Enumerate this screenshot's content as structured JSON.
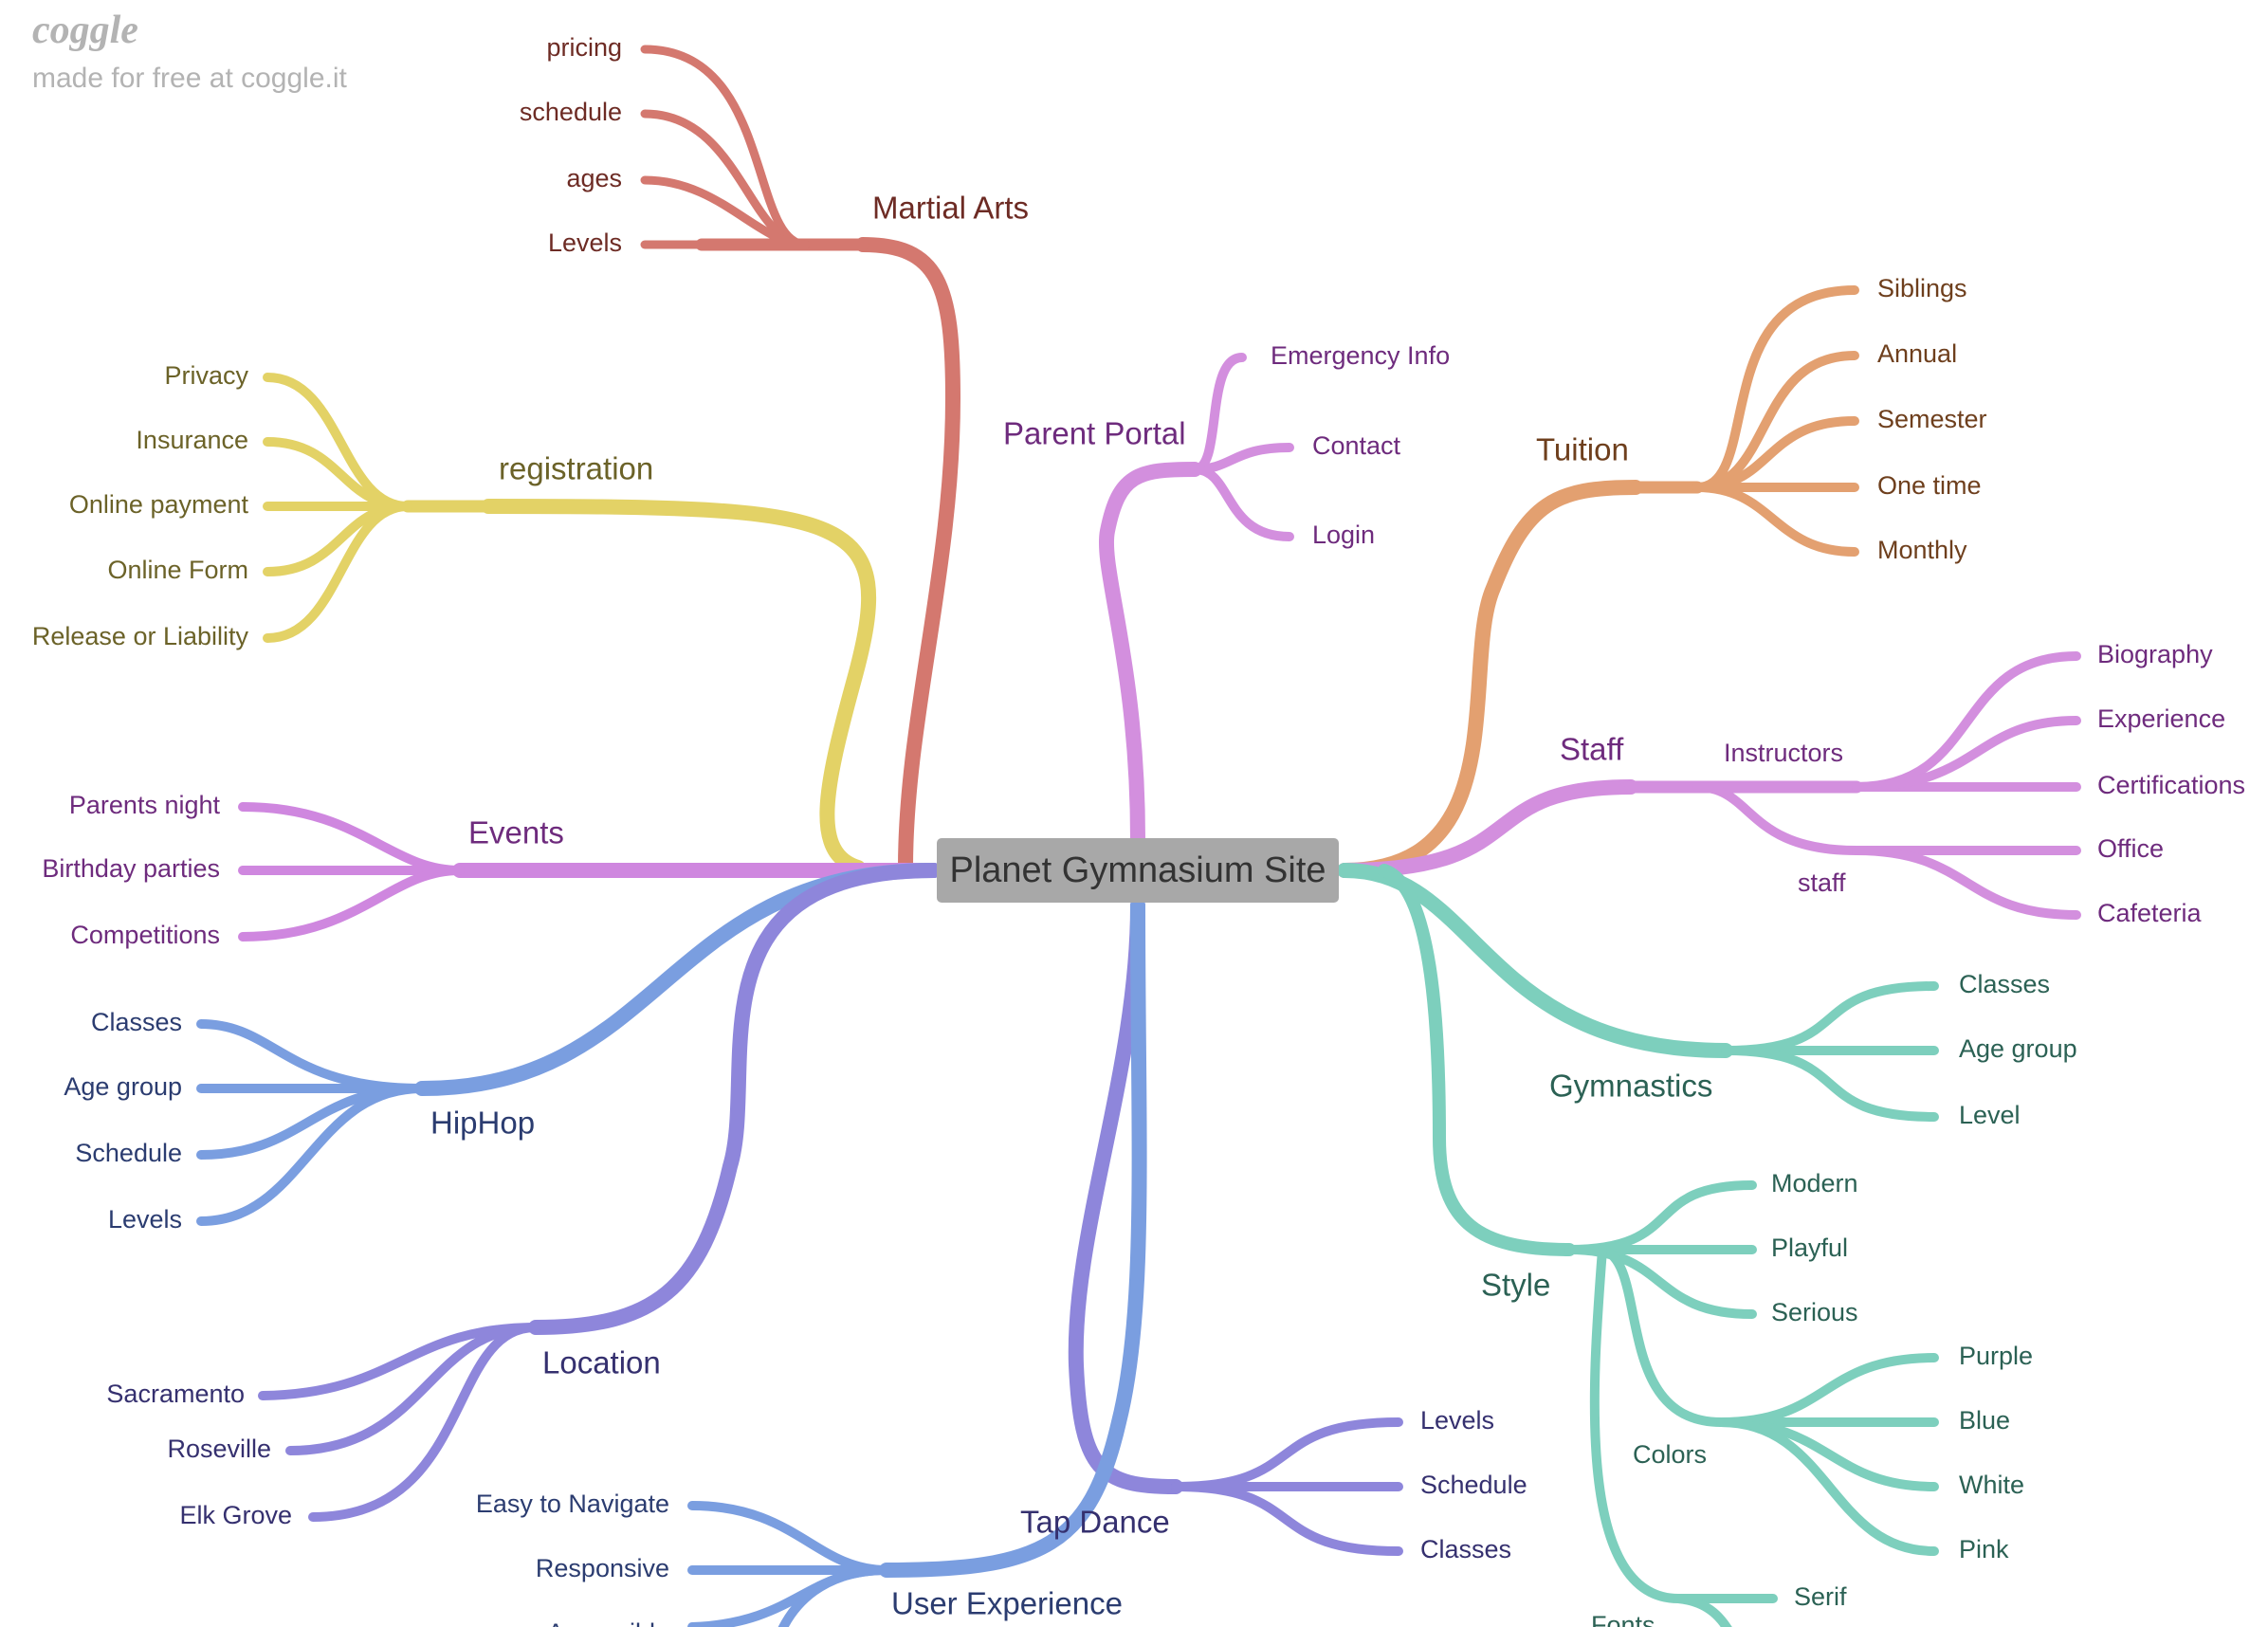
{
  "brand": {
    "logo": "coggle",
    "tagline": "made for free at coggle.it"
  },
  "center": "Planet Gymnasium Site",
  "colors": {
    "martial": "#d4786f",
    "martial_text": "#6d2b24",
    "registration": "#e3d266",
    "registration_text": "#6b6228",
    "events": "#cf87df",
    "events_text": "#6e2b7d",
    "portal": "#d38fde",
    "portal_text": "#6e2b7d",
    "tuition": "#e3a070",
    "tuition_text": "#6e3f1d",
    "staff": "#d38fde",
    "staff_text": "#6e2b7d",
    "gymnastics": "#7dcfbd",
    "gymnastics_text": "#2b6154",
    "hiphop": "#7a9ee0",
    "hiphop_text": "#2b3c70",
    "location": "#8e86db",
    "location_text": "#35306f",
    "tap": "#8e86db",
    "tap_text": "#35306f",
    "ux": "#7a9ee0",
    "ux_text": "#2b3c70"
  },
  "branches": {
    "martial_arts": {
      "label": "Martial Arts",
      "children": [
        "pricing",
        "schedule",
        "ages",
        "Levels"
      ]
    },
    "registration": {
      "label": "registration",
      "children": [
        "Privacy",
        "Insurance",
        "Online payment",
        "Online Form",
        "Release or Liability"
      ]
    },
    "events": {
      "label": "Events",
      "children": [
        "Parents night",
        "Birthday parties",
        "Competitions"
      ]
    },
    "parent_portal": {
      "label": "Parent Portal",
      "children": [
        "Emergency Info",
        "Contact",
        "Login"
      ]
    },
    "tuition": {
      "label": "Tuition",
      "children": [
        "Siblings",
        "Annual",
        "Semester",
        "One time",
        "Monthly"
      ]
    },
    "staff": {
      "label": "Staff",
      "instructors": {
        "label": "Instructors",
        "children": [
          "Biography",
          "Experience",
          "Certifications"
        ]
      },
      "staff_sub": {
        "label": "staff",
        "children": [
          "Office",
          "Cafeteria"
        ]
      }
    },
    "gymnastics": {
      "label": "Gymnastics",
      "children": [
        "Classes",
        "Age group",
        "Level"
      ],
      "style": {
        "label": "Style",
        "children": [
          "Modern",
          "Playful",
          "Serious"
        ],
        "colors": {
          "label": "Colors",
          "children": [
            "Purple",
            "Blue",
            "White",
            "Pink"
          ]
        },
        "fonts": {
          "label": "Fonts",
          "children": [
            "Serif"
          ]
        }
      }
    },
    "hiphop": {
      "label": "HipHop",
      "children": [
        "Classes",
        "Age group",
        "Schedule",
        "Levels"
      ]
    },
    "location": {
      "label": "Location",
      "children": [
        "Sacramento",
        "Roseville",
        "Elk Grove"
      ]
    },
    "tap_dance": {
      "label": "Tap Dance",
      "children": [
        "Levels",
        "Schedule",
        "Classes"
      ]
    },
    "user_experience": {
      "label": "User Experience",
      "children": [
        "Easy to Navigate",
        "Responsive",
        "Accessible"
      ]
    }
  }
}
